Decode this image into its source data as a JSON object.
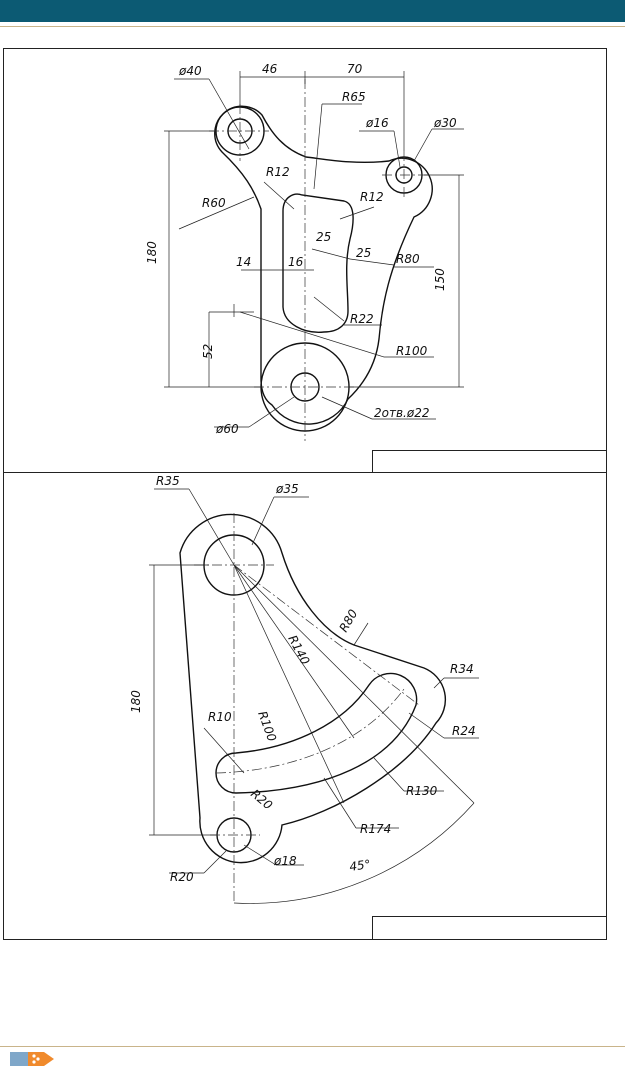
{
  "drawing1": {
    "labels": {
      "d40": "ø40",
      "d46": "46",
      "d70": "70",
      "r65": "R65",
      "d16": "ø16",
      "d30": "ø30",
      "r12a": "R12",
      "r60": "R60",
      "r12b": "R12",
      "h180": "180",
      "v25a": "25",
      "v25b": "25",
      "r80": "R80",
      "h150": "150",
      "d14": "14",
      "d16b": "16",
      "r22": "R22",
      "h52": "52",
      "r100": "R100",
      "d60": "ø60",
      "holes": "2отв.ø22"
    }
  },
  "drawing2": {
    "labels": {
      "r35": "R35",
      "d35": "ø35",
      "r80": "R80",
      "r140": "R140",
      "r34": "R34",
      "h180": "180",
      "r10": "R10",
      "r100": "R100",
      "r24": "R24",
      "r130": "R130",
      "r20a": "R20",
      "r174": "R174",
      "r20b": "R20",
      "d18": "ø18",
      "ang45": "45°"
    }
  },
  "colors": {
    "header_bar": "#0c5a73",
    "rule_line": "#c9b48a",
    "logo": "#f08a2c"
  },
  "footer": {
    "logo_icon": "publisher-logo-icon"
  }
}
